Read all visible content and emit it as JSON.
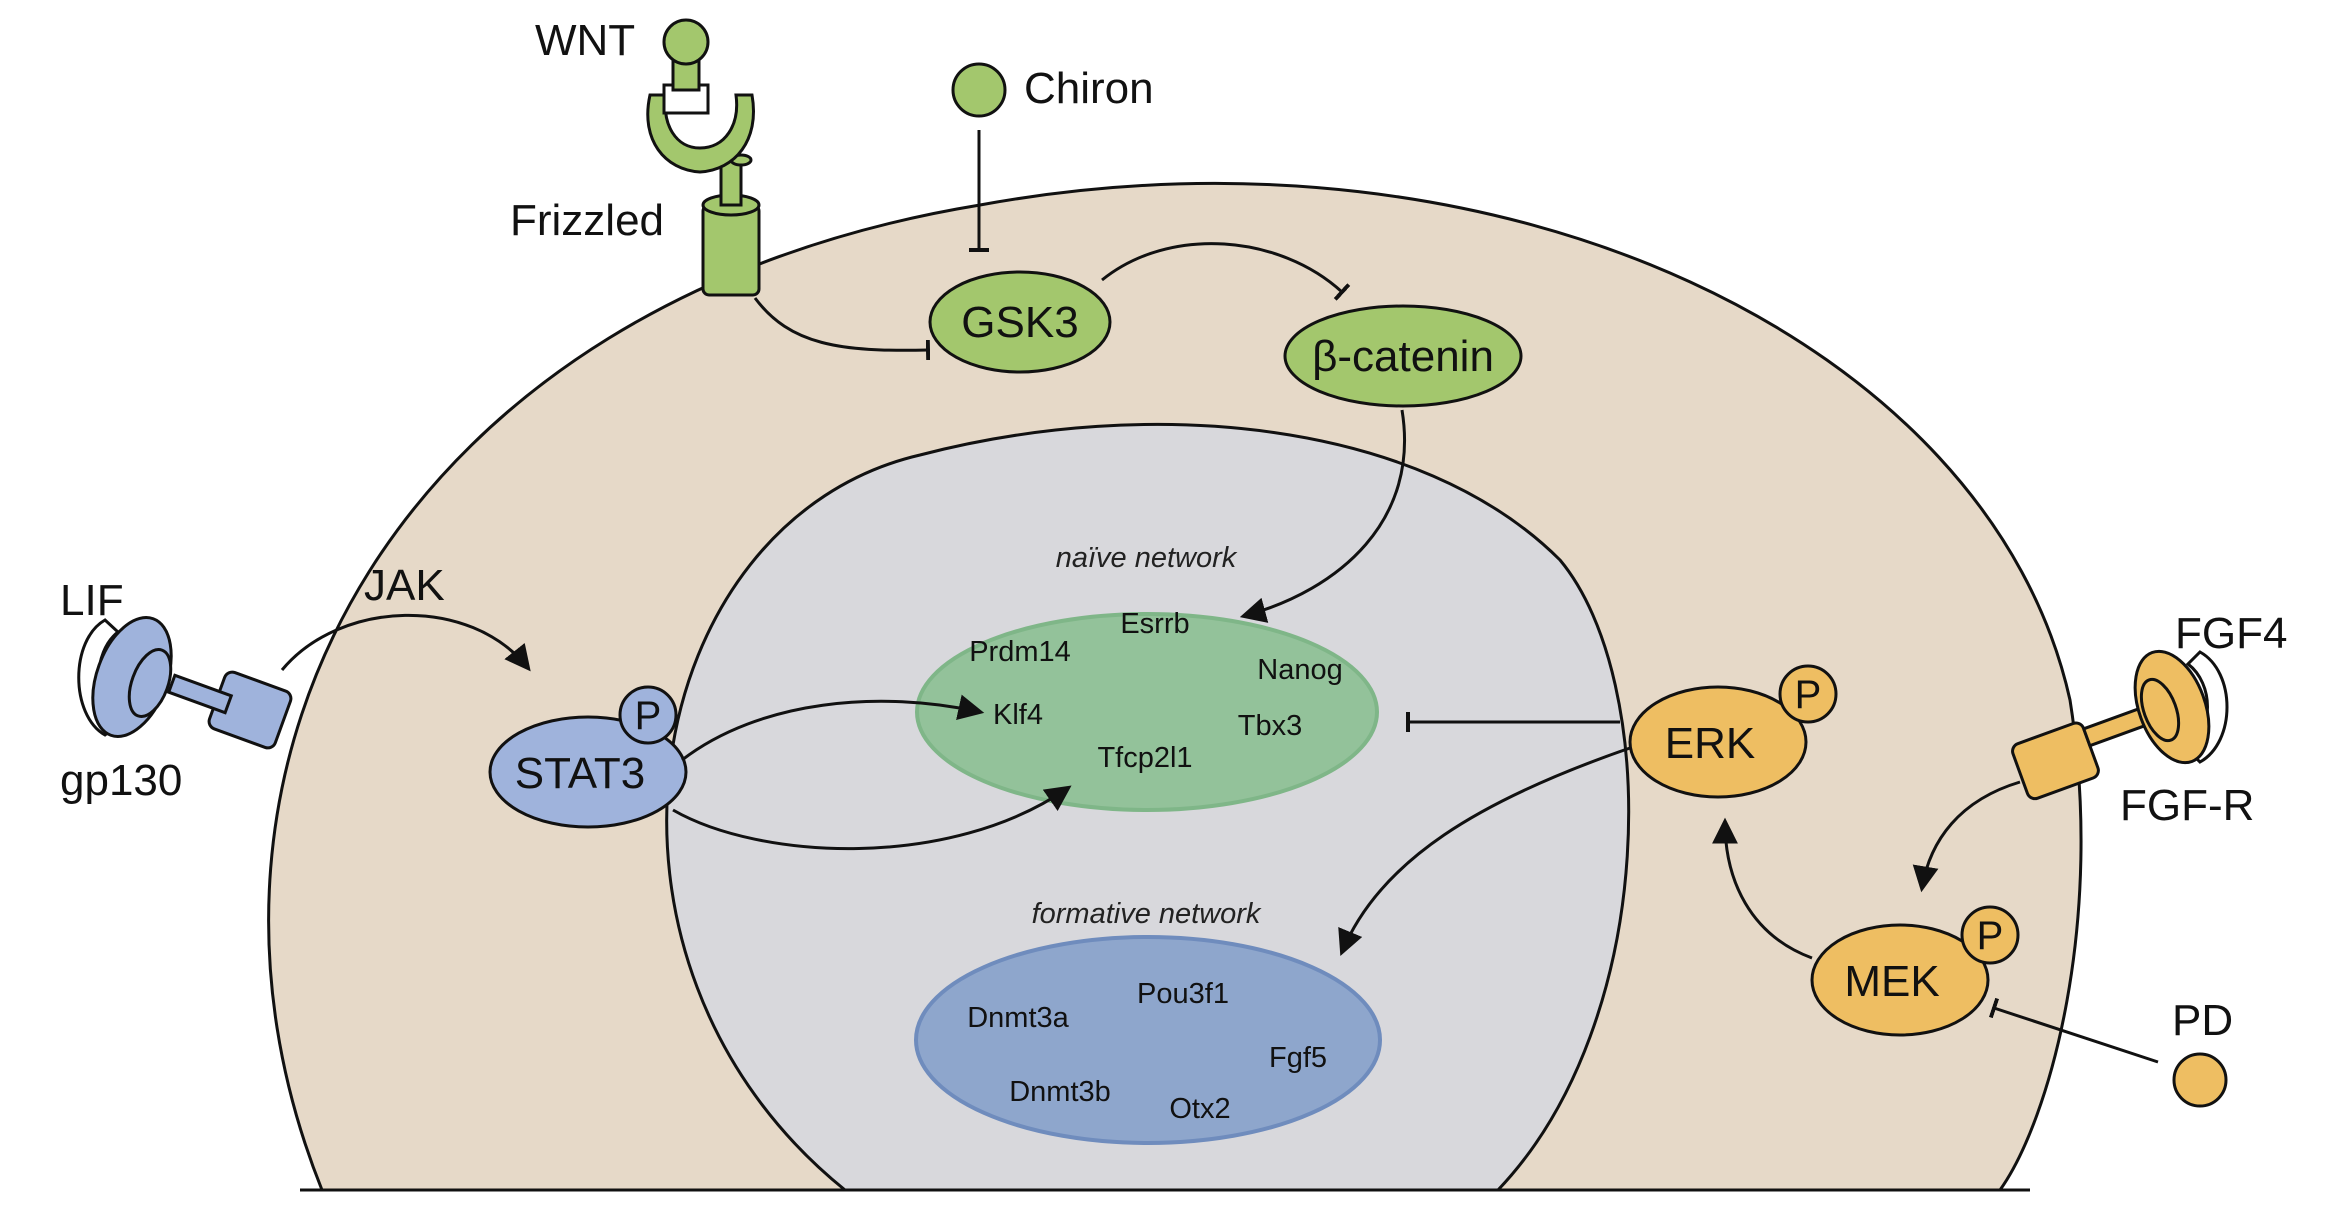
{
  "colors": {
    "cytoplasm": "#e6d9c8",
    "nucleus": "#d8d8dc",
    "wnt_green": "#a3c76d",
    "naive_network": "#93c29a",
    "formative_network": "#8ea6cc",
    "lif_blue": "#9fb3dc",
    "fgf_orange": "#eebe62",
    "line": "#111111"
  },
  "ligands": {
    "wnt": "WNT",
    "chiron": "Chiron",
    "lif": "LIF",
    "fgf4": "FGF4",
    "pd": "PD"
  },
  "receptors": {
    "frizzled": "Frizzled",
    "gp130": "gp130",
    "fgfr": "FGF-R"
  },
  "kinases": {
    "jak": "JAK",
    "gsk3": "GSK3",
    "beta_catenin": "β-catenin",
    "stat3": "STAT3",
    "erk": "ERK",
    "mek": "MEK",
    "phospho": "P"
  },
  "naive": {
    "title": "naïve network",
    "genes": [
      "Esrrb",
      "Prdm14",
      "Nanog",
      "Klf4",
      "Tbx3",
      "Tfcp2l1"
    ]
  },
  "formative": {
    "title": "formative network",
    "genes": [
      "Dnmt3a",
      "Pou3f1",
      "Fgf5",
      "Dnmt3b",
      "Otx2"
    ]
  }
}
